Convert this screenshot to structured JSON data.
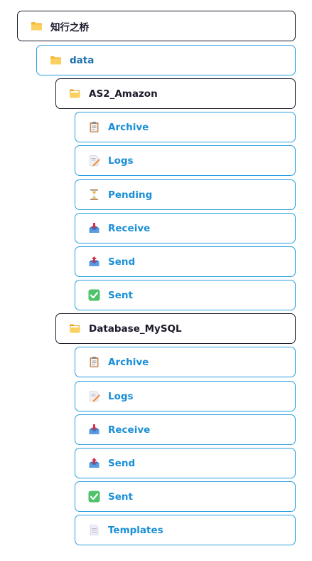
{
  "tree": {
    "root": {
      "label": "知行之桥",
      "icon": "folder-icon"
    },
    "data": {
      "label": "data",
      "icon": "folder-icon"
    },
    "as2": {
      "label": "AS2_Amazon",
      "icon": "open-folder-icon",
      "children": [
        {
          "label": "Archive",
          "icon": "clipboard-icon"
        },
        {
          "label": "Logs",
          "icon": "memo-icon"
        },
        {
          "label": "Pending",
          "icon": "hourglass-icon"
        },
        {
          "label": "Receive",
          "icon": "inbox-tray-icon"
        },
        {
          "label": "Send",
          "icon": "outbox-tray-icon"
        },
        {
          "label": "Sent",
          "icon": "check-mark-icon"
        }
      ]
    },
    "mysql": {
      "label": "Database_MySQL",
      "icon": "open-folder-icon",
      "children": [
        {
          "label": "Archive",
          "icon": "clipboard-icon"
        },
        {
          "label": "Logs",
          "icon": "memo-icon"
        },
        {
          "label": "Receive",
          "icon": "inbox-tray-icon"
        },
        {
          "label": "Send",
          "icon": "outbox-tray-icon"
        },
        {
          "label": "Sent",
          "icon": "check-mark-icon"
        },
        {
          "label": "Templates",
          "icon": "page-icon"
        }
      ]
    }
  },
  "colors": {
    "dark_border": "#1e1e2e",
    "blue_border": "#2aa0df",
    "blue_text": "#1a8fd6"
  }
}
